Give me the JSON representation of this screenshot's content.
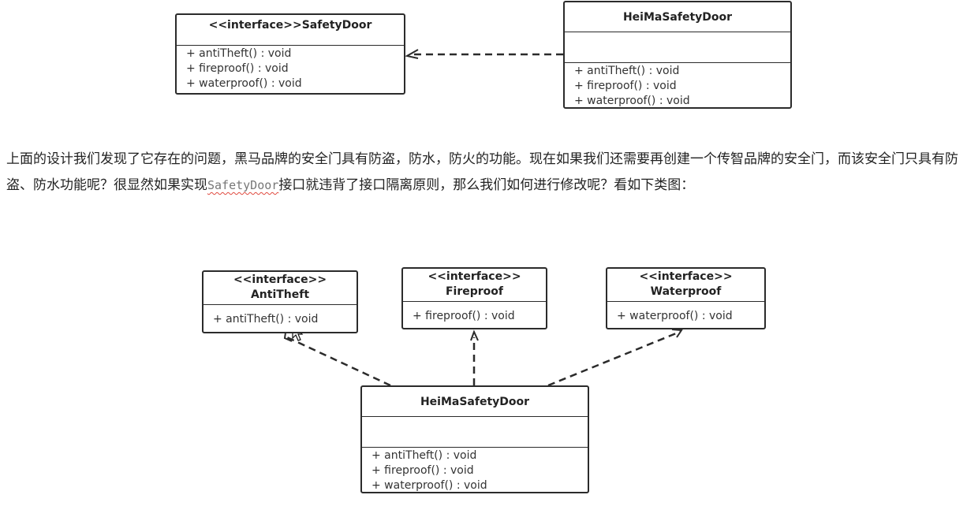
{
  "diagram1": {
    "interface": {
      "stereotype_name": "<<interface>>SafetyDoor",
      "methods": [
        "+ antiTheft() : void",
        "+ fireproof() : void",
        "+ waterproof() : void"
      ]
    },
    "impl": {
      "name": "HeiMaSafetyDoor",
      "methods": [
        "+ antiTheft() : void",
        "+ fireproof() : void",
        "+ waterproof() : void"
      ]
    }
  },
  "paragraph": {
    "part1": "上面的设计我们发现了它存在的问题，黑马品牌的安全门具有防盗，防水，防火的功能。现在如果我们还需要再创建一个传智品牌的安全门，而该安全门只具有防盗、防水功能呢？很显然如果实现",
    "code": "SafetyDoor",
    "part2": "接口就违背了接口隔离原则，那么我们如何进行修改呢？看如下类图："
  },
  "diagram2": {
    "antitheft": {
      "stereotype": "<<interface>>",
      "name": "AntiTheft",
      "methods": [
        "+ antiTheft() : void"
      ]
    },
    "fireproof": {
      "stereotype": "<<interface>>",
      "name": "Fireproof",
      "methods": [
        "+ fireproof() : void"
      ]
    },
    "waterproof": {
      "stereotype": "<<interface>>",
      "name": "Waterproof",
      "methods": [
        "+ waterproof() : void"
      ]
    },
    "impl": {
      "name": "HeiMaSafetyDoor",
      "methods": [
        "+ antiTheft() : void",
        "+ fireproof() : void",
        "+ waterproof() : void"
      ]
    }
  },
  "colors": {
    "line": "#2b2b2b",
    "text": "#222222",
    "code_text": "#777777",
    "spell_underline": "#e04a3f"
  },
  "icons": [
    "mouse-cursor-icon"
  ]
}
